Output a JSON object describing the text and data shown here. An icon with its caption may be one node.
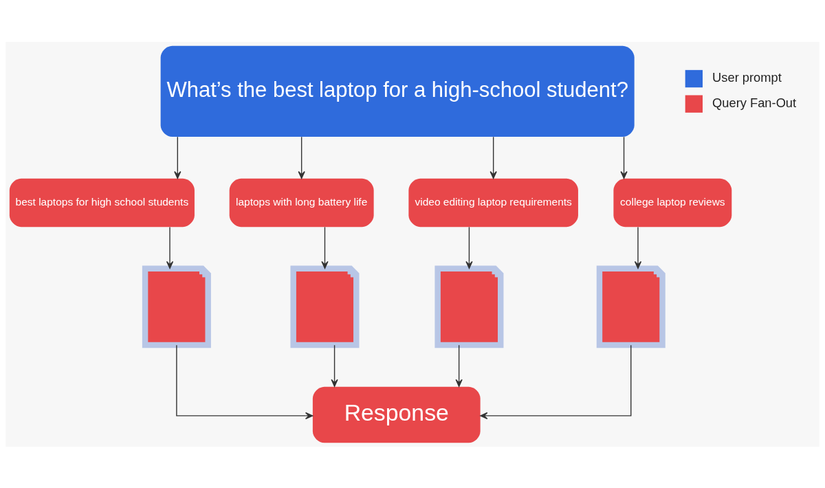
{
  "diagram": {
    "nodes": [
      {
        "text": [
          "What’s the best laptop for a high-school student?"
        ]
      },
      {
        "text": [
          "best laptops for high school students"
        ]
      },
      {
        "text": [
          "laptops with long battery life"
        ]
      },
      {
        "text": [
          "video editing laptop requirements"
        ]
      },
      {
        "text": [
          "college laptop reviews"
        ]
      },
      {
        "text": [],
        "shape": "document"
      },
      {
        "text": [],
        "shape": "document"
      },
      {
        "text": [],
        "shape": "document"
      },
      {
        "text": [],
        "shape": "document"
      },
      {
        "text": [
          "Response"
        ]
      }
    ],
    "edges": [
      {
        "from": 0,
        "to": 1,
        "arrow": "to"
      },
      {
        "from": 0,
        "to": 2,
        "arrow": "to"
      },
      {
        "from": 0,
        "to": 3,
        "arrow": "to"
      },
      {
        "from": 0,
        "to": 4,
        "arrow": "to"
      },
      {
        "from": 1,
        "to": 5,
        "arrow": "to"
      },
      {
        "from": 2,
        "to": 6,
        "arrow": "to"
      },
      {
        "from": 3,
        "to": 7,
        "arrow": "to"
      },
      {
        "from": 4,
        "to": 8,
        "arrow": "to"
      },
      {
        "from": 5,
        "to": 9,
        "arrow": "to"
      },
      {
        "from": 6,
        "to": 9,
        "arrow": "to"
      },
      {
        "from": 7,
        "to": 9,
        "arrow": "to"
      },
      {
        "from": 8,
        "to": 9,
        "arrow": "to"
      }
    ],
    "legend": [
      {
        "text": "User prompt",
        "color": "#2f6bdc"
      },
      {
        "text": "Query Fan-Out",
        "color": "#e8474a"
      }
    ]
  }
}
